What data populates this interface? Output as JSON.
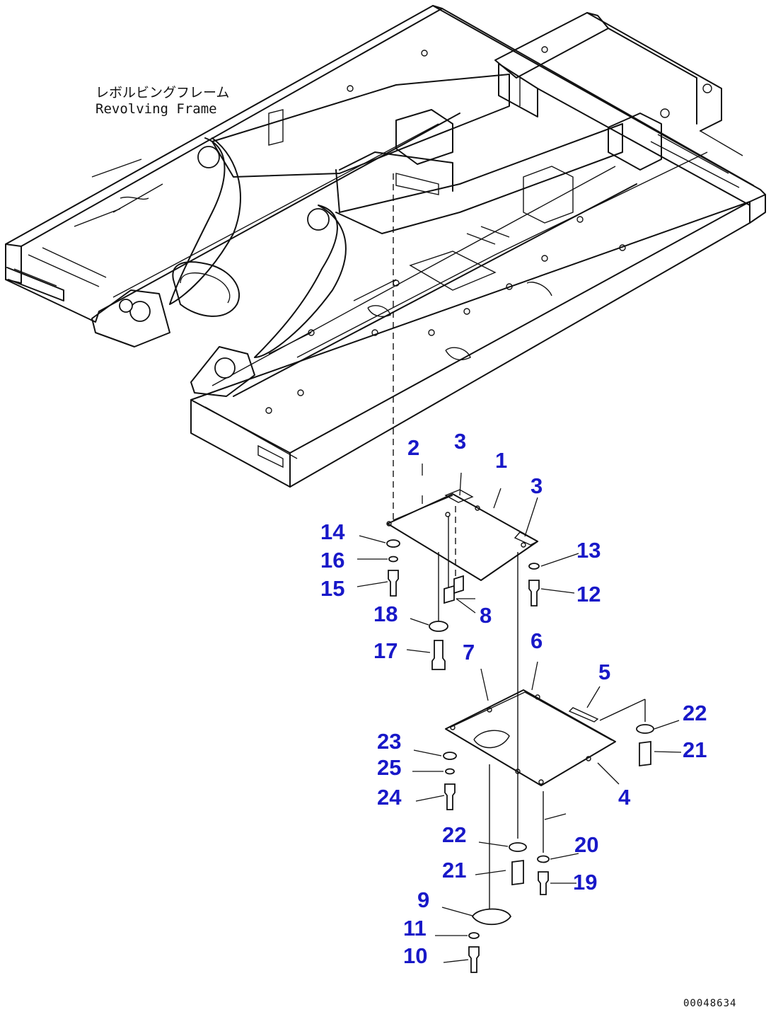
{
  "frame_label_jp": "レボルビングフレーム",
  "frame_label_en": "Revolving Frame",
  "drawing_code": "00048634",
  "callouts": [
    {
      "id": "c1",
      "text": "1"
    },
    {
      "id": "c2",
      "text": "2"
    },
    {
      "id": "c3a",
      "text": "3"
    },
    {
      "id": "c3b",
      "text": "3"
    },
    {
      "id": "c4",
      "text": "4"
    },
    {
      "id": "c5",
      "text": "5"
    },
    {
      "id": "c6",
      "text": "6"
    },
    {
      "id": "c7",
      "text": "7"
    },
    {
      "id": "c8",
      "text": "8"
    },
    {
      "id": "c9",
      "text": "9"
    },
    {
      "id": "c10",
      "text": "10"
    },
    {
      "id": "c11",
      "text": "11"
    },
    {
      "id": "c12",
      "text": "12"
    },
    {
      "id": "c13",
      "text": "13"
    },
    {
      "id": "c14",
      "text": "14"
    },
    {
      "id": "c15",
      "text": "15"
    },
    {
      "id": "c16",
      "text": "16"
    },
    {
      "id": "c17",
      "text": "17"
    },
    {
      "id": "c18",
      "text": "18"
    },
    {
      "id": "c19",
      "text": "19"
    },
    {
      "id": "c20",
      "text": "20"
    },
    {
      "id": "c21a",
      "text": "21"
    },
    {
      "id": "c21b",
      "text": "21"
    },
    {
      "id": "c22a",
      "text": "22"
    },
    {
      "id": "c22b",
      "text": "22"
    },
    {
      "id": "c23",
      "text": "23"
    },
    {
      "id": "c24",
      "text": "24"
    },
    {
      "id": "c25",
      "text": "25"
    }
  ]
}
